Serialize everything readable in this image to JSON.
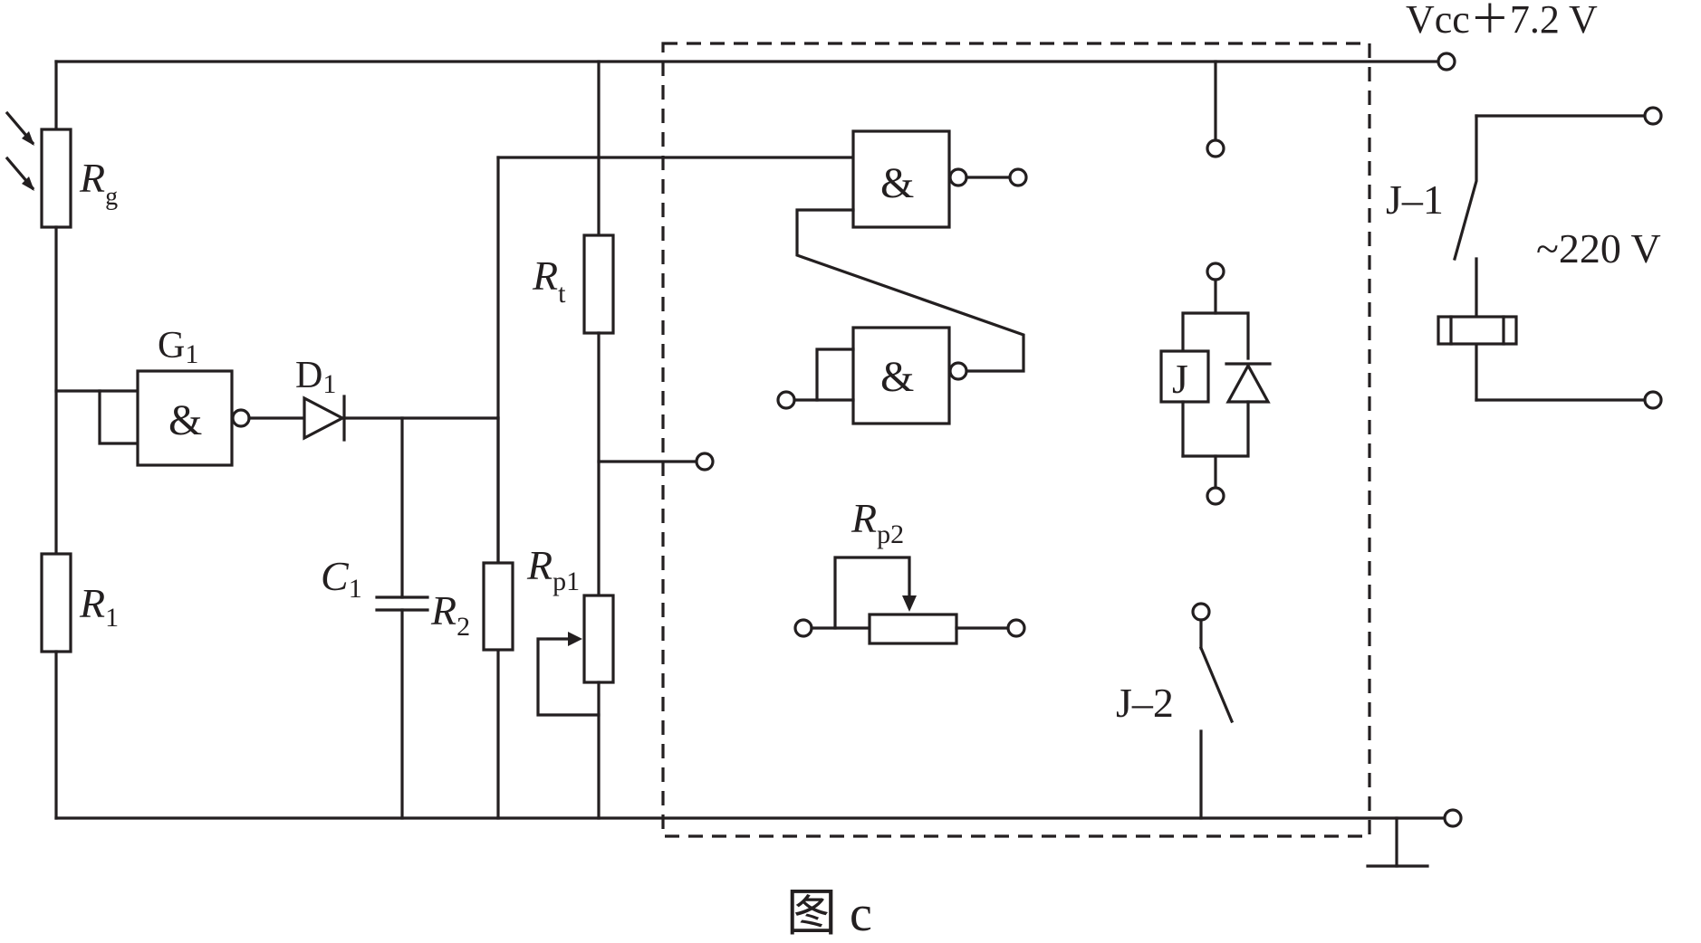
{
  "labels": {
    "vcc": "Vcc＋7.2 V",
    "rg_main": "R",
    "rg_sub": "g",
    "r1_main": "R",
    "r1_sub": "1",
    "g1_main": "G",
    "g1_sub": "1",
    "and_symbol": "&",
    "d1_main": "D",
    "d1_sub": "1",
    "c1_main": "C",
    "c1_sub": "1",
    "r2_main": "R",
    "r2_sub": "2",
    "rt_main": "R",
    "rt_sub": "t",
    "rp1_main": "R",
    "rp1_sub": "p1",
    "rp2_main": "R",
    "rp2_sub": "p2",
    "j": "J",
    "j1": "J–1",
    "j2": "J–2",
    "ac": "~220 V",
    "caption": "图 c"
  },
  "colors": {
    "line": "#231f20",
    "background": "#ffffff"
  }
}
